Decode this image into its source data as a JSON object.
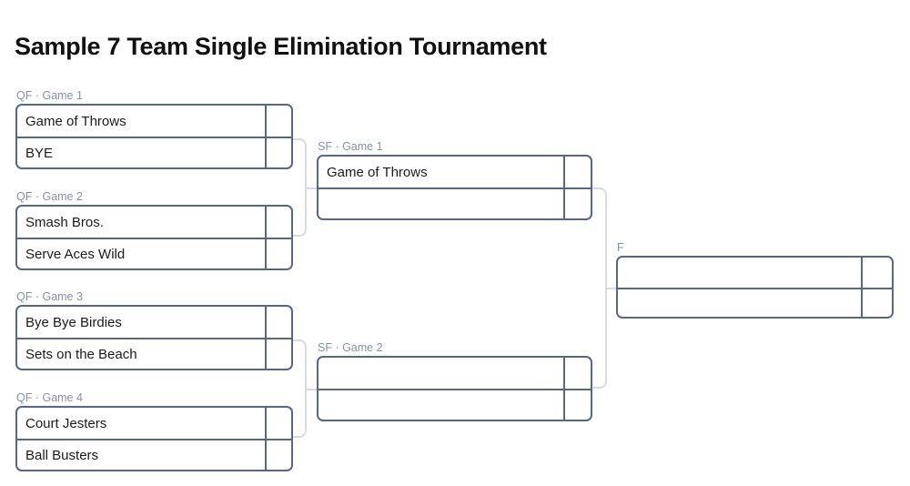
{
  "page": {
    "title": "Sample 7 Team Single Elimination Tournament"
  },
  "bracket": {
    "separator": "·",
    "rounds": [
      {
        "key": "qf",
        "abbr": "QF",
        "matches": [
          {
            "label": "QF · Game 1",
            "slots": [
              {
                "team": "Game of Throws",
                "score": ""
              },
              {
                "team": "BYE",
                "score": ""
              }
            ]
          },
          {
            "label": "QF · Game 2",
            "slots": [
              {
                "team": "Smash Bros.",
                "score": ""
              },
              {
                "team": "Serve Aces Wild",
                "score": ""
              }
            ]
          },
          {
            "label": "QF · Game 3",
            "slots": [
              {
                "team": "Bye Bye Birdies",
                "score": ""
              },
              {
                "team": "Sets on the Beach",
                "score": ""
              }
            ]
          },
          {
            "label": "QF · Game 4",
            "slots": [
              {
                "team": "Court Jesters",
                "score": ""
              },
              {
                "team": "Ball Busters",
                "score": ""
              }
            ]
          }
        ]
      },
      {
        "key": "sf",
        "abbr": "SF",
        "matches": [
          {
            "label": "SF · Game 1",
            "slots": [
              {
                "team": "Game of Throws",
                "score": ""
              },
              {
                "team": "",
                "score": ""
              }
            ]
          },
          {
            "label": "SF · Game 2",
            "slots": [
              {
                "team": "",
                "score": ""
              },
              {
                "team": "",
                "score": ""
              }
            ]
          }
        ]
      },
      {
        "key": "f",
        "abbr": "F",
        "matches": [
          {
            "label": "F",
            "slots": [
              {
                "team": "",
                "score": ""
              },
              {
                "team": "",
                "score": ""
              }
            ]
          }
        ]
      }
    ]
  },
  "colors": {
    "box_border": "#57678a",
    "connector": "#d5dae3",
    "label_text": "#8691a8",
    "team_text": "#1b1b1b",
    "title_text": "#111111",
    "background": "#ffffff"
  }
}
